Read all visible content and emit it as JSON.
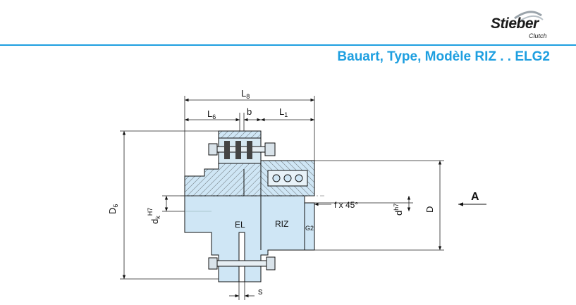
{
  "brand": {
    "name": "Stieber",
    "sub": "Clutch",
    "accent_color": "#1e9fe0",
    "body_color": "#cfe6f5"
  },
  "title": "Bauart, Type, Modèle RIZ . . ELG2",
  "dimensions": {
    "L8": {
      "main": "L",
      "sub": "8"
    },
    "L6": {
      "main": "L",
      "sub": "6"
    },
    "L1": {
      "main": "L",
      "sub": "1"
    },
    "b": "b",
    "D6": {
      "main": "D",
      "sub": "6"
    },
    "dk": {
      "main": "d",
      "sub": "k",
      "sup": "H7"
    },
    "d": {
      "main": "d",
      "sup": "h7"
    },
    "D": "D",
    "f": "f x 45°",
    "s": "s",
    "A": "A"
  },
  "labels": {
    "el": "EL",
    "riz": "RIZ",
    "g2": "G2"
  }
}
